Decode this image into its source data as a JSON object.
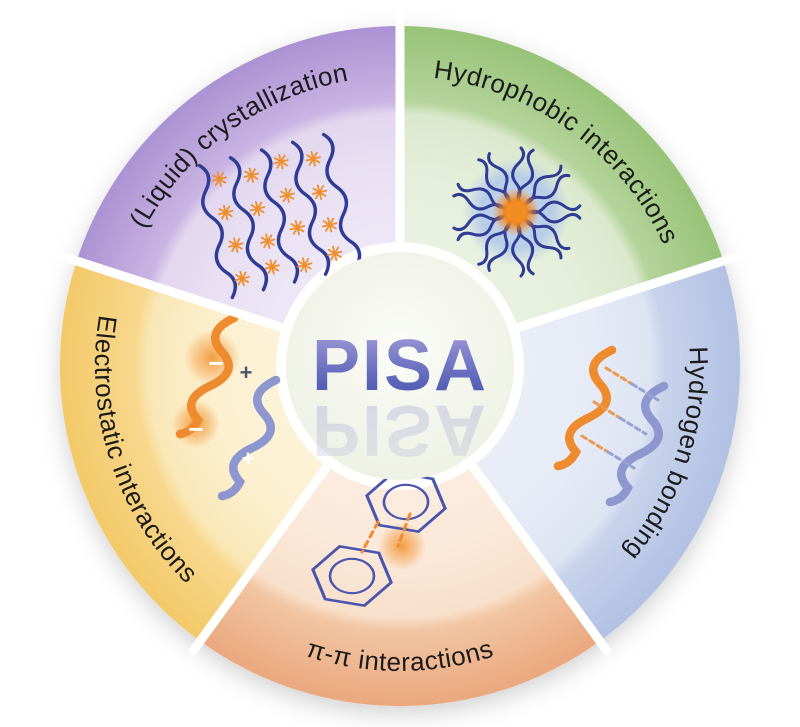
{
  "diagram": {
    "center_label": "PISA",
    "segments": [
      {
        "id": "liquid-crystallization",
        "label": "(Liquid) crystallization",
        "ring_color": "#ab92d3",
        "inner_color": "#e8e2f4",
        "illustration": "lamellar-crystal-illustration"
      },
      {
        "id": "hydrophobic-interactions",
        "label": "Hydrophobic interactions",
        "ring_color": "#97c377",
        "inner_color": "#e6efdc",
        "illustration": "micelle-illustration"
      },
      {
        "id": "hydrogen-bonding",
        "label": "Hydrogen bonding",
        "ring_color": "#b2c1e4",
        "inner_color": "#e7ebf6",
        "illustration": "hydrogen-bond-chains-illustration"
      },
      {
        "id": "pi-pi-interactions",
        "label": "π-π interactions",
        "ring_color": "#eaa87e",
        "inner_color": "#fbe9da",
        "illustration": "benzene-stacking-illustration"
      },
      {
        "id": "electrostatic-interactions",
        "label": "Electrostatic interactions",
        "ring_color": "#f3c968",
        "inner_color": "#fcf0d0",
        "illustration": "charged-chains-illustration"
      }
    ],
    "symbols": {
      "minus": "−",
      "plus": "+"
    },
    "palette": {
      "chain_orange": "#ee8b2e",
      "chain_periwinkle": "#8d96cf",
      "polymer_navy": "#2f3c96",
      "benzene_blue": "#4a55ae",
      "label_color": "#1b1b1b"
    }
  }
}
